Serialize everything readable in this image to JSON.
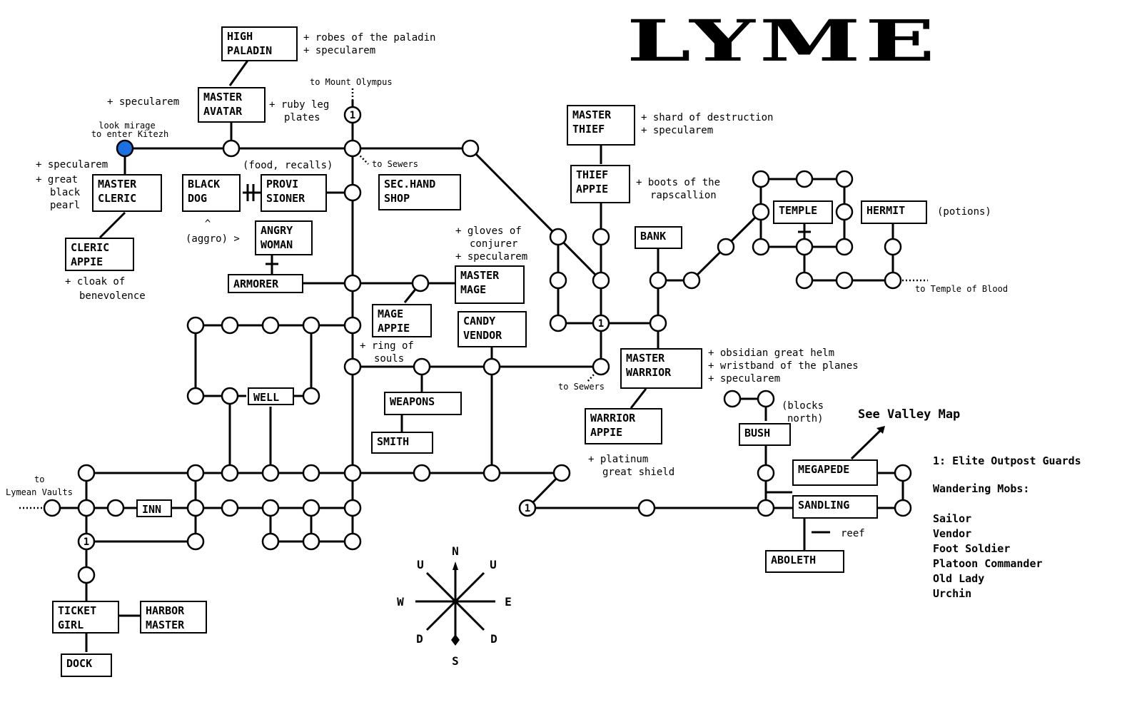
{
  "title": "LYME",
  "rooms": {
    "high_paladin": "HIGH\nPALADIN",
    "master_avatar": "MASTER\nAVATAR",
    "master_cleric": "MASTER\nCLERIC",
    "cleric_appie": "CLERIC\nAPPIE",
    "black_dog": "BLACK\nDOG",
    "provisioner": "PROVI\nSIONER",
    "sec_hand_shop": "SEC.HAND\nSHOP",
    "angry_woman": "ANGRY\nWOMAN",
    "armorer": "ARMORER",
    "master_mage": "MASTER\nMAGE",
    "mage_appie": "MAGE\nAPPIE",
    "candy_vendor": "CANDY\nVENDOR",
    "weapons": "WEAPONS",
    "smith": "SMITH",
    "well": "WELL",
    "inn": "INN",
    "ticket_girl": "TICKET\nGIRL",
    "harbor_master": "HARBOR\nMASTER",
    "dock": "DOCK",
    "master_thief": "MASTER\nTHIEF",
    "thief_appie": "THIEF\nAPPIE",
    "bank": "BANK",
    "temple": "TEMPLE",
    "hermit": "HERMIT",
    "master_warrior": "MASTER\nWARRIOR",
    "warrior_appie": "WARRIOR\nAPPIE",
    "bush": "BUSH",
    "megapede": "MEGAPEDE",
    "sandling": "SANDLING",
    "aboleth": "ABOLETH"
  },
  "notes": {
    "high_paladin_1": "+ robes of the paladin",
    "high_paladin_2": "+ specularem",
    "avatar_left": "+ specularem",
    "avatar_right_1": "+ ruby leg",
    "avatar_right_2": "plates",
    "mirage_1": "look mirage",
    "mirage_2": "to enter Kitezh",
    "cleric_1": "+ specularem",
    "cleric_2": "+ great",
    "cleric_3": "black",
    "cleric_4": "pearl",
    "cleric_appie_1": "+ cloak of",
    "cleric_appie_2": "benevolence",
    "food_recalls": "(food, recalls)",
    "aggro_caret": "^",
    "aggro": "(aggro) >",
    "mage_1": "+ gloves of",
    "mage_2": "conjurer",
    "mage_3": "+ specularem",
    "mage_appie_1": "+ ring of",
    "mage_appie_2": "souls",
    "thief_1": "+ shard of destruction",
    "thief_2": "+ specularem",
    "thief_appie_1": "+ boots of the",
    "thief_appie_2": "rapscallion",
    "hermit": "(potions)",
    "warrior_1": "+ obsidian great helm",
    "warrior_2": "+ wristband of the planes",
    "warrior_3": "+ specularem",
    "warrior_appie_1": "+ platinum",
    "warrior_appie_2": "great shield",
    "bush_1": "(blocks",
    "bush_2": "north)",
    "reef": "reef",
    "to_olympus": "to Mount Olympus",
    "to_sewers_1": "to Sewers",
    "to_sewers_2": "to Sewers",
    "to_vaults_1": "to",
    "to_vaults_2": "Lymean Vaults",
    "to_blood": "to Temple of Blood",
    "see_valley": "See Valley Map"
  },
  "node_markers": {
    "guard_marker": "1"
  },
  "legend": {
    "guards": "1: Elite Outpost Guards",
    "wandering_title": "Wandering Mobs:",
    "mobs": [
      "Sailor",
      "Vendor",
      "Foot Soldier",
      "Platoon Commander",
      "Old Lady",
      "Urchin"
    ]
  },
  "compass": {
    "n": "N",
    "s": "S",
    "e": "E",
    "w": "W",
    "u_left": "U",
    "u_right": "U",
    "d_left": "D",
    "d_right": "D"
  },
  "colors": {
    "line": "#000000",
    "node_fill": "#ffffff",
    "mirage_node": "#1e6fe0"
  }
}
